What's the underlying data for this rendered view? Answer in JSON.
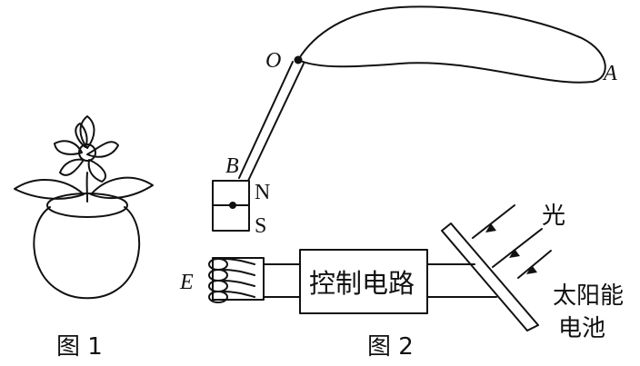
{
  "figure1": {
    "caption": "图 1"
  },
  "figure2": {
    "caption": "图 2",
    "labels": {
      "pivot": "O",
      "leaf_tip": "A",
      "rod_end": "B",
      "magnet_north": "N",
      "magnet_south": "S",
      "electromagnet": "E",
      "control_circuit": "控制电路",
      "light": "光",
      "solar_cell_line1": "太阳能",
      "solar_cell_line2": "电池"
    }
  }
}
